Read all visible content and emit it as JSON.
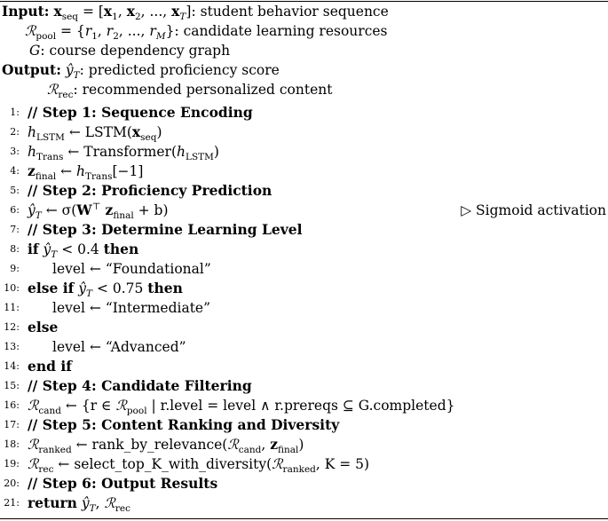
{
  "header": {
    "input_label": "Input:",
    "input_line1": ": student behavior sequence",
    "input_line2": ": candidate learning resources",
    "input_line3": ": course dependency graph",
    "output_label": "Output:",
    "output_line1": ": predicted proficiency score",
    "output_line2": ": recommended personalized content"
  },
  "lines": [
    {
      "n": "1:",
      "text": "// Step 1: Sequence Encoding"
    },
    {
      "n": "2:",
      "text": "h_LSTM ← LSTM(x_seq)"
    },
    {
      "n": "3:",
      "text": "h_Trans ← Transformer(h_LSTM)"
    },
    {
      "n": "4:",
      "text": "z_final ← h_Trans[−1]"
    },
    {
      "n": "5:",
      "text": "// Step 2: Proficiency Prediction"
    },
    {
      "n": "6:",
      "text": "ŷ_T ← σ(W^⊤ z_final + b)",
      "comment": "▷ Sigmoid activation"
    },
    {
      "n": "7:",
      "text": "// Step 3: Determine Learning Level"
    },
    {
      "n": "8:",
      "kw": "if",
      "cond": "ŷ_T < 0.4",
      "kw2": "then"
    },
    {
      "n": "9:",
      "text": "level ← “Foundational”"
    },
    {
      "n": "10:",
      "kw": "else if",
      "cond": "ŷ_T < 0.75",
      "kw2": "then"
    },
    {
      "n": "11:",
      "text": "level ← “Intermediate”"
    },
    {
      "n": "12:",
      "kw": "else"
    },
    {
      "n": "13:",
      "text": "level ← “Advanced”"
    },
    {
      "n": "14:",
      "kw": "end if"
    },
    {
      "n": "15:",
      "text": "// Step 4: Candidate Filtering"
    },
    {
      "n": "16:",
      "text": "R_cand ← {r ∈ R_pool | r.level = level ∧ r.prereqs ⊆ G.completed}"
    },
    {
      "n": "17:",
      "text": "// Step 5: Content Ranking and Diversity"
    },
    {
      "n": "18:",
      "text": "R_ranked ← rank_by_relevance(R_cand, z_final)"
    },
    {
      "n": "19:",
      "text": "R_rec ← select_top_K_with_diversity(R_ranked, K = 5)"
    },
    {
      "n": "20:",
      "text": "// Step 6: Output Results"
    },
    {
      "n": "21:",
      "kw": "return",
      "text": "ŷ_T, R_rec"
    }
  ]
}
